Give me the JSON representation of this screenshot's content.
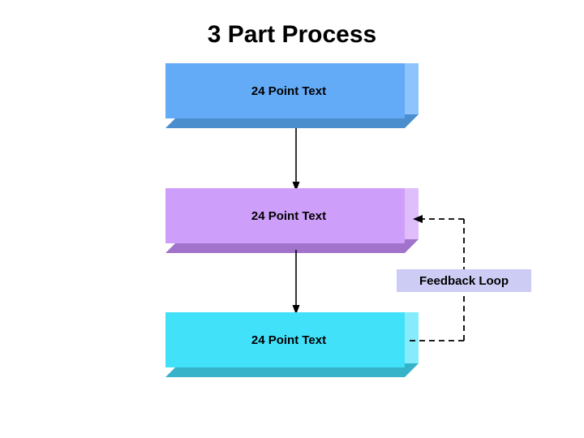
{
  "slide": {
    "title": "3 Part Process",
    "background_color": "#ffffff",
    "title_color": "#000000"
  },
  "diagram": {
    "type": "flowchart",
    "orientation": "vertical",
    "steps": [
      {
        "id": "step-1",
        "label": "24 Point Text",
        "fill_color": "#63aaf7",
        "side_color": "#8cc4fb",
        "bottom_color": "#4a8ece",
        "text_color": "#000000"
      },
      {
        "id": "step-2",
        "label": "24 Point Text",
        "fill_color": "#ce9ffa",
        "side_color": "#e0befc",
        "bottom_color": "#a273cb",
        "text_color": "#000000"
      },
      {
        "id": "step-3",
        "label": "24 Point Text",
        "fill_color": "#42e1fa",
        "side_color": "#86ecfc",
        "bottom_color": "#35b4c9",
        "text_color": "#000000"
      }
    ],
    "connectors": [
      {
        "id": "connector-1-2",
        "from": "step-1",
        "to": "step-2",
        "style": "solid",
        "color": "#000000",
        "arrowhead": "down"
      },
      {
        "id": "connector-2-3",
        "from": "step-2",
        "to": "step-3",
        "style": "solid",
        "color": "#000000",
        "arrowhead": "down"
      }
    ],
    "feedback": {
      "id": "feedback-loop",
      "label": "Feedback Loop",
      "from": "step-3",
      "to": "step-2",
      "style": "dashed",
      "color": "#000000",
      "arrowhead": "left",
      "label_background": "#ccccf5",
      "label_text_color": "#000000"
    }
  }
}
